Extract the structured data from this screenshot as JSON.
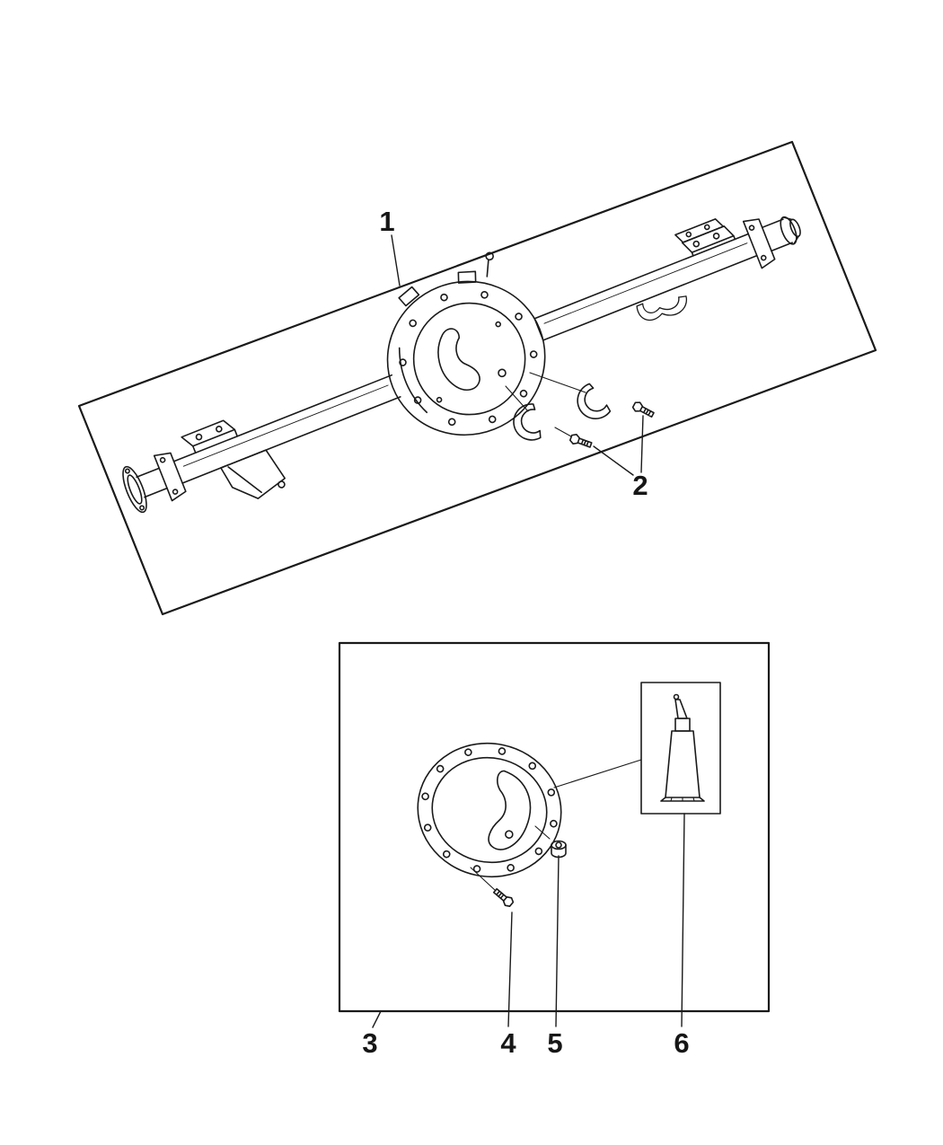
{
  "colors": {
    "background": "#ffffff",
    "line": "#1a1a1a"
  },
  "callouts": [
    {
      "label": "1"
    },
    {
      "label": "2"
    },
    {
      "label": "3"
    },
    {
      "label": "4"
    },
    {
      "label": "5"
    },
    {
      "label": "6"
    }
  ]
}
